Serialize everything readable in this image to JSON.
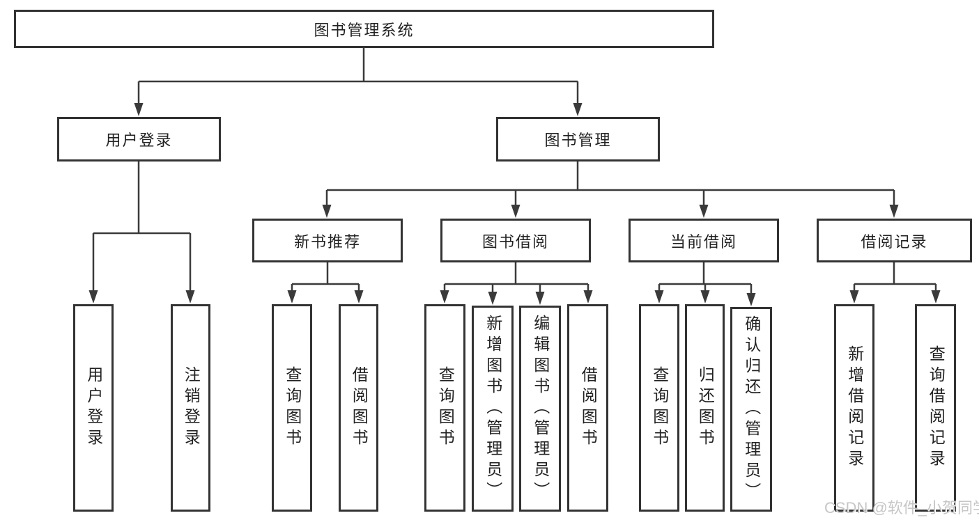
{
  "tree": {
    "label": "图书管理系统",
    "children": [
      {
        "label": "用户登录",
        "children": [
          {
            "label": "用户登录"
          },
          {
            "label": "注销登录"
          }
        ]
      },
      {
        "label": "图书管理",
        "children": [
          {
            "label": "新书推荐",
            "children": [
              {
                "label": "查询图书"
              },
              {
                "label": "借阅图书"
              }
            ]
          },
          {
            "label": "图书借阅",
            "children": [
              {
                "label": "查询图书"
              },
              {
                "label": "新增图书（管理员）"
              },
              {
                "label": "编辑图书（管理员）"
              },
              {
                "label": "借阅图书"
              }
            ]
          },
          {
            "label": "当前借阅",
            "children": [
              {
                "label": "查询图书"
              },
              {
                "label": "归还图书"
              },
              {
                "label": "确认归还（管理员）"
              }
            ]
          },
          {
            "label": "借阅记录",
            "children": [
              {
                "label": "新增借阅记录"
              },
              {
                "label": "查询借阅记录"
              }
            ]
          }
        ]
      }
    ]
  },
  "watermark": {
    "text": "CSDN @软件_小贺同学"
  },
  "colors": {
    "line": "#3a3a3a",
    "border": "#333333",
    "text": "#222222",
    "background": "#ffffff",
    "watermark": "#c6c6c6"
  }
}
